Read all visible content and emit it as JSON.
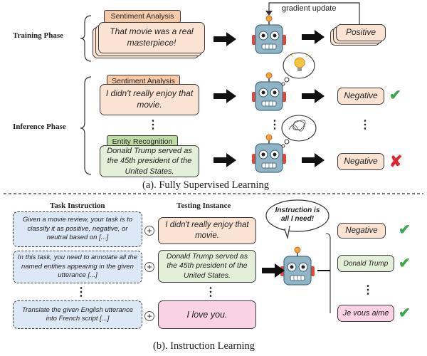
{
  "supervised": {
    "training_label": "Training Phase",
    "inference_label": "Inference Phase",
    "gradient_label": "gradient update",
    "train_tag": "Sentiment Analysis",
    "train_input": "That movie was a real masterpiece!",
    "train_output": "Positive",
    "inf1_tag": "Sentiment Analysis",
    "inf1_input": "I didn't really enjoy that movie.",
    "inf1_output": "Negative",
    "inf2_tag": "Entity Recognition",
    "inf2_input": "Donald Trump served as the 45th president of the United States.",
    "inf2_output": "Negative",
    "caption": "(a). Fully Supervised Learning"
  },
  "instruction": {
    "task_header": "Task Instruction",
    "testing_header": "Testing Instance",
    "bubble": "Instruction is all I need!",
    "inst1": "Given a movie review, your task is to classify it as positive, negative, or neutral based on [...]",
    "inst2": "In this task, you need to annotate all the named entities appearing in the given utterance [...]",
    "inst3": "Translate the given English utterance into French script [...]",
    "test1": "I didn't really enjoy that movie.",
    "test2": "Donald Trump served as the 45th president of the United States.",
    "test3": "I love you.",
    "out1": "Negative",
    "out2": "Donald Trump",
    "out3": "Je vous aime",
    "caption": "(b). Instruction Learning"
  },
  "symbols": {
    "check": "✔",
    "cross": "✘",
    "vdots": "⋮",
    "plus": "+"
  },
  "colors": {
    "robot_body": "#8fb4c6",
    "robot_dark": "#4b6f80",
    "peach": "#fbe3d3",
    "green": "#e3efd8",
    "blue": "#dde8f6",
    "pink": "#f9d2e6",
    "check": "#3aa84a",
    "cross": "#e0242b"
  },
  "icons": [
    "robot-icon",
    "lightbulb-icon",
    "scribble-icon",
    "arrow-icon",
    "check-icon",
    "cross-icon"
  ]
}
